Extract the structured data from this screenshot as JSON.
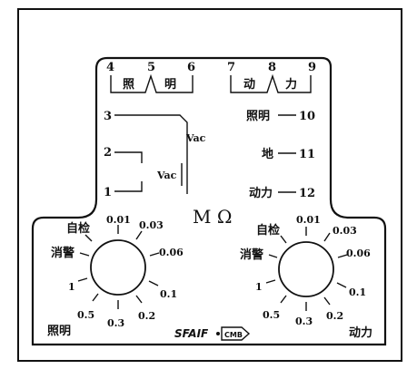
{
  "terminals_top_left": [
    "4",
    "5",
    "6"
  ],
  "terminals_top_right": [
    "7",
    "8",
    "9"
  ],
  "group_left": {
    "char1": "照",
    "char2": "明"
  },
  "group_right": {
    "char1": "动",
    "char2": "力"
  },
  "terminals_left_side": [
    "3",
    "2",
    "1"
  ],
  "terminals_right_side": [
    "10",
    "11",
    "12"
  ],
  "right_side_labels": [
    "照明",
    "地",
    "动力"
  ],
  "vac_upper": "Vac",
  "vac_lower": "Vac",
  "unit": "M Ω",
  "dial_left": {
    "name": "照明",
    "positions": [
      "自检",
      "0.01",
      "0.03",
      "消警",
      "0.06",
      "1",
      "0.1",
      "0.5",
      "0.3",
      "0.2"
    ]
  },
  "dial_right": {
    "name": "动力",
    "positions": [
      "自检",
      "0.01",
      "0.03",
      "消警",
      "0.06",
      "1",
      "0.1",
      "0.5",
      "0.3",
      "0.2"
    ]
  },
  "brand": {
    "text": "SFAIF",
    "logo_text": "CMB"
  }
}
